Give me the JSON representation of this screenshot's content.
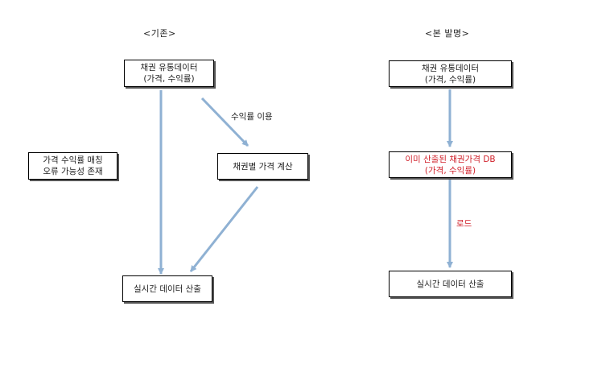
{
  "left": {
    "heading": "<기존>",
    "box_source": {
      "line1": "채권 유통데이터",
      "line2": "(가격, 수익률)"
    },
    "box_calc": {
      "line1": "채권별 가격 계산"
    },
    "box_output": {
      "line1": "실시간 데이터 산출"
    },
    "note": {
      "line1": "가격 수익률 매칭",
      "line2": "오류 가능성 존재"
    },
    "arrow_label": "수익률 이용"
  },
  "right": {
    "heading": "<본 발명>",
    "box_source": {
      "line1": "채권 유통데이터",
      "line2": "(가격, 수익률)"
    },
    "box_db": {
      "line1": "이미 산출된 채권가격 DB",
      "line2": "(가격, 수익률)"
    },
    "box_output": {
      "line1": "실시간 데이터 산출"
    },
    "arrow_label": "로드"
  },
  "colors": {
    "arrow": "#8fb1d3",
    "highlight": "#d0202a"
  }
}
